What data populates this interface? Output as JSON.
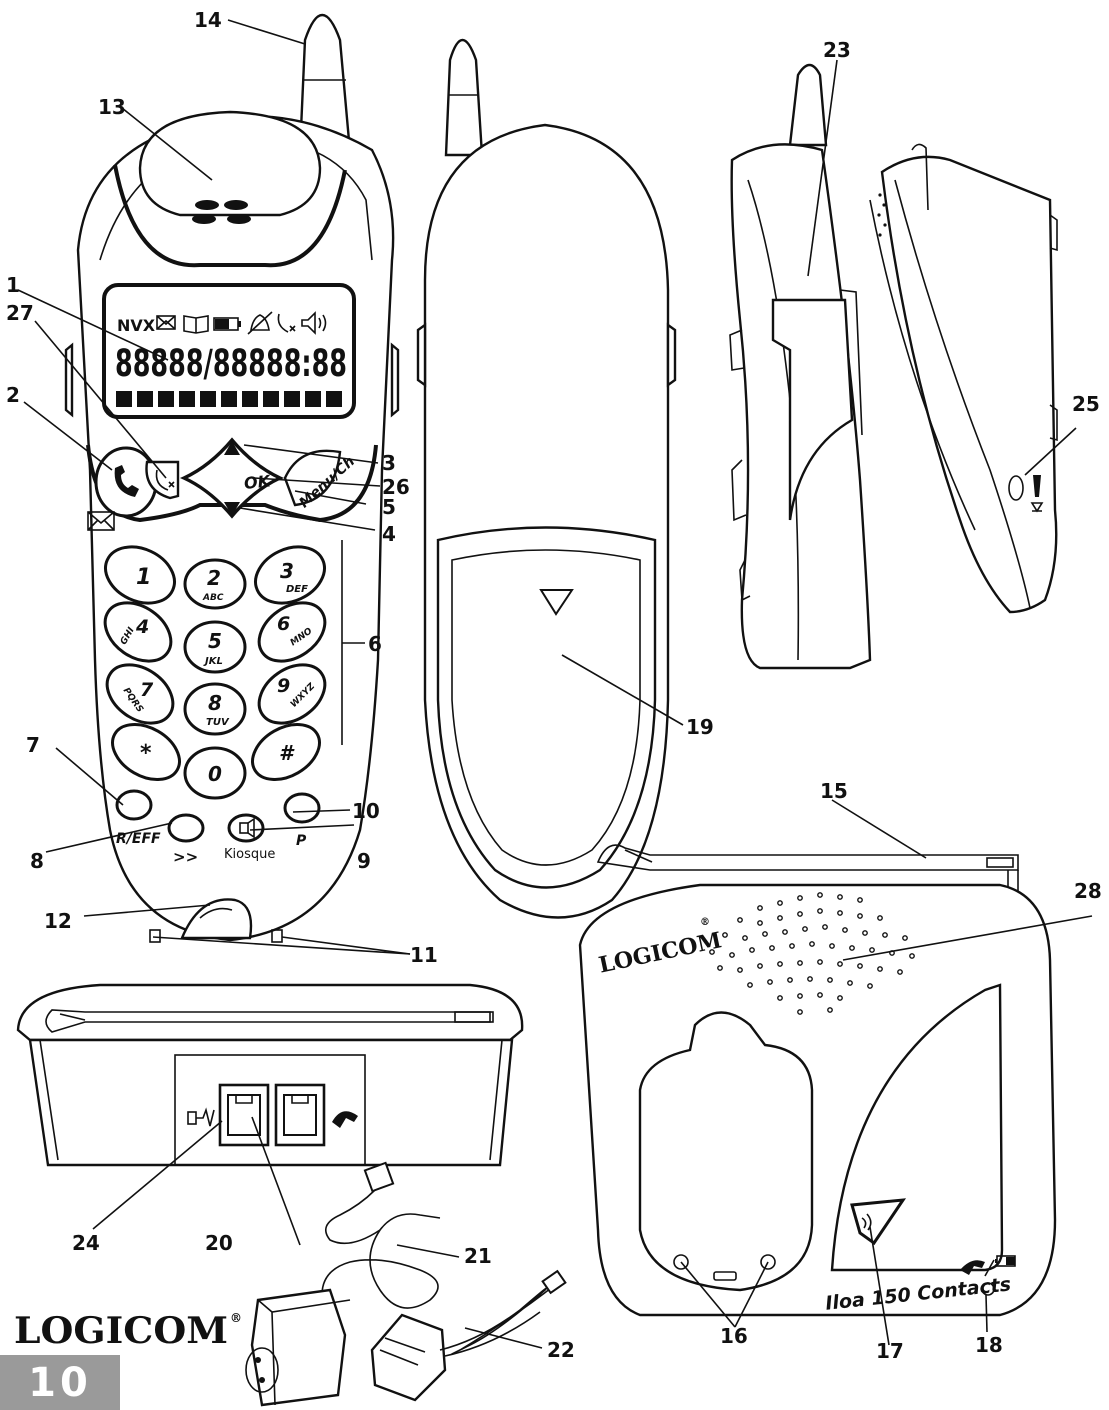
{
  "page": {
    "number": "10"
  },
  "brand": {
    "logo": "LOGICOM",
    "registered": "®"
  },
  "display": {
    "status_text": "NVX",
    "digits": "88888/88888:88",
    "segment_count": 11,
    "icons": [
      "envelope-icon",
      "book-icon",
      "battery-icon",
      "bell-muted-icon",
      "phone-missed-icon",
      "speaker-icon"
    ]
  },
  "keypad": {
    "keys": [
      {
        "digit": "1",
        "letters": ""
      },
      {
        "digit": "2",
        "letters": "ABC"
      },
      {
        "digit": "3",
        "letters": "DEF"
      },
      {
        "digit": "4",
        "letters": "GHI"
      },
      {
        "digit": "5",
        "letters": "JKL"
      },
      {
        "digit": "6",
        "letters": "MNO"
      },
      {
        "digit": "7",
        "letters": "PQRS"
      },
      {
        "digit": "8",
        "letters": "TUV"
      },
      {
        "digit": "9",
        "letters": "WXYZ"
      },
      {
        "digit": "*",
        "letters": ""
      },
      {
        "digit": "0",
        "letters": ""
      },
      {
        "digit": "#",
        "letters": ""
      }
    ],
    "ok_label": "OK",
    "menu_label": "Menu/Ch",
    "r_eff_label": "R/EFF",
    "forward_label": ">>",
    "kiosque_label": "Kiosque",
    "p_label": "P"
  },
  "base": {
    "model_name": "Iloa 150 Contacts"
  },
  "callouts": {
    "c1": "1",
    "c2": "2",
    "c3": "3",
    "c4": "4",
    "c5": "5",
    "c6": "6",
    "c7": "7",
    "c8": "8",
    "c9": "9",
    "c10": "10",
    "c11": "11",
    "c12": "12",
    "c13": "13",
    "c14": "14",
    "c15": "15",
    "c16": "16",
    "c17": "17",
    "c18": "18",
    "c19": "19",
    "c20": "20",
    "c21": "21",
    "c22": "22",
    "c23": "23",
    "c24": "24",
    "c25": "25",
    "c26": "26",
    "c27": "27",
    "c28": "28"
  }
}
